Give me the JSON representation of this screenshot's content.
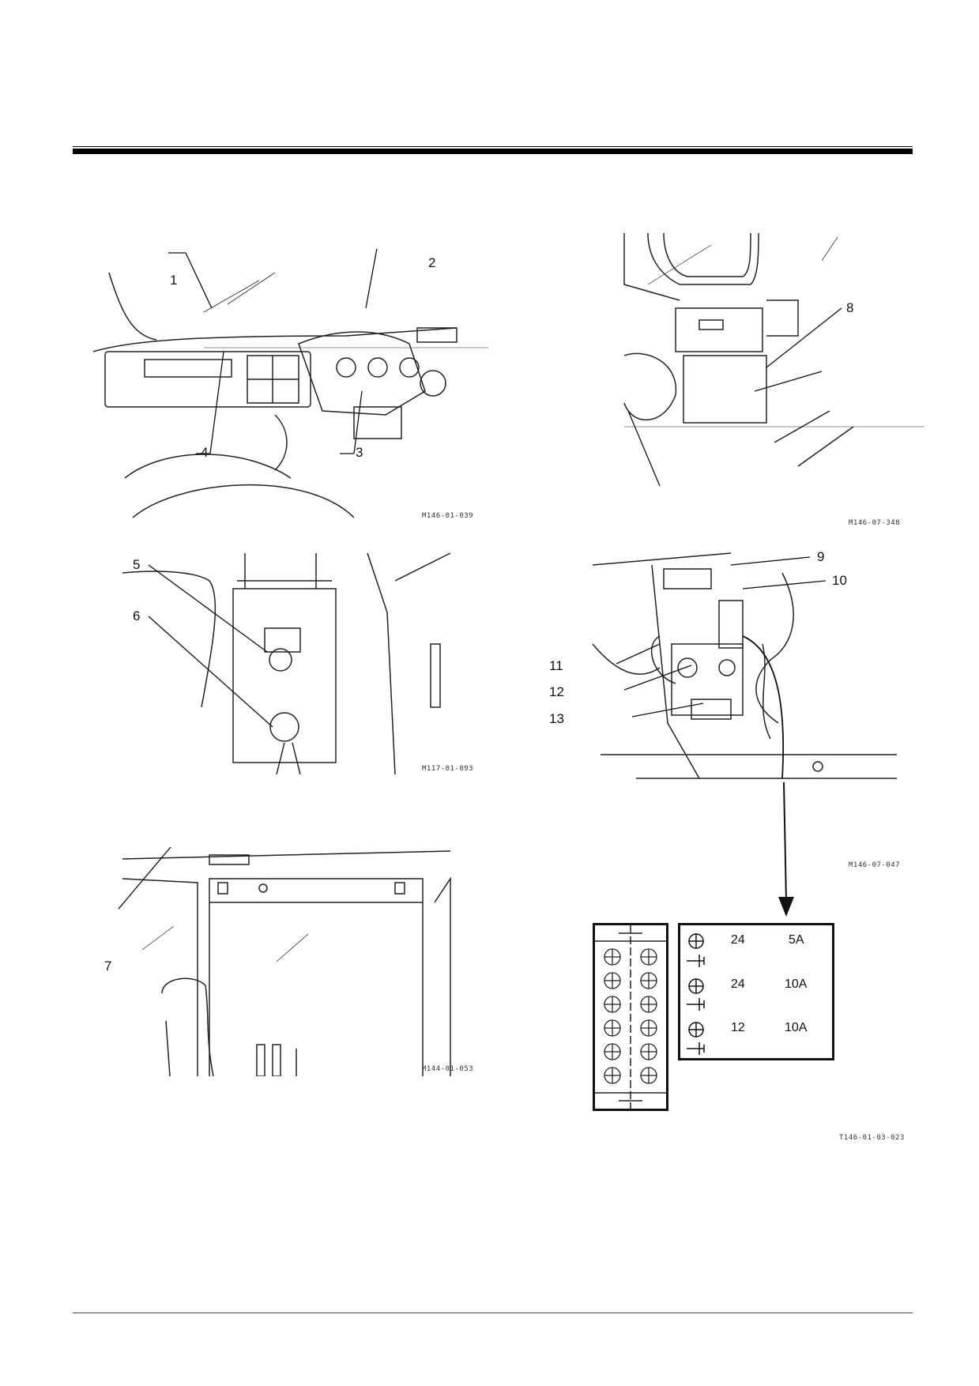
{
  "figures": [
    {
      "id": "fig1",
      "code": "M146-01-039",
      "callouts": [
        "1",
        "2",
        "3",
        "4"
      ]
    },
    {
      "id": "fig2",
      "code": "M146-07-348",
      "callouts": [
        "8"
      ]
    },
    {
      "id": "fig3",
      "code": "M117-01-093",
      "callouts": [
        "5",
        "6"
      ]
    },
    {
      "id": "fig4",
      "code": "M146-07-047",
      "callouts": [
        "9",
        "10",
        "11",
        "12",
        "13"
      ]
    },
    {
      "id": "fig5",
      "code": "M144-01-053",
      "callouts": [
        "7"
      ]
    },
    {
      "id": "fig6",
      "code": "T146-01-03-023"
    }
  ],
  "fuse_table": {
    "rows": [
      {
        "voltage": "24",
        "amperage": "5A"
      },
      {
        "voltage": "24",
        "amperage": "10A"
      },
      {
        "voltage": "12",
        "amperage": "10A"
      }
    ]
  }
}
